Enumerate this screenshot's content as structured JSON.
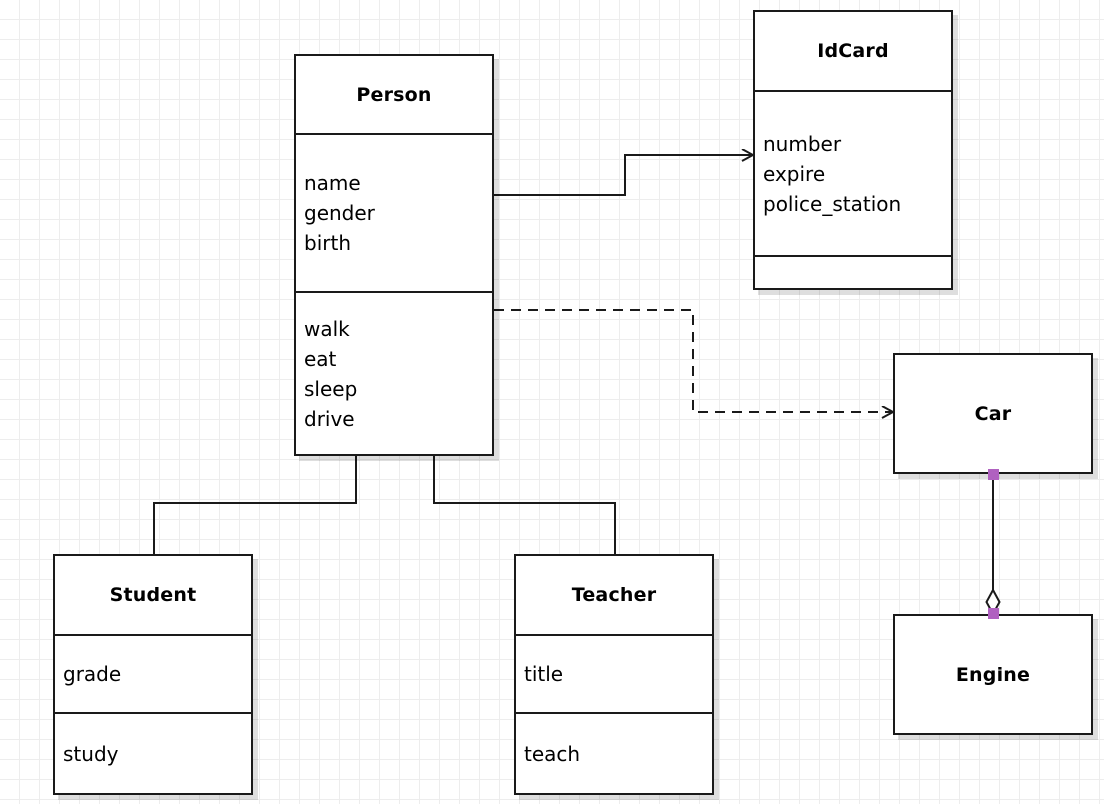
{
  "diagram": {
    "kind": "uml-class-diagram",
    "background": "#ffffff",
    "grid_color": "#ededed",
    "line_color": "#1a1a1a",
    "handle_color": "#b061c0"
  },
  "classes": {
    "person": {
      "name": "Person",
      "attributes": [
        "name",
        "gender",
        "birth"
      ],
      "operations": [
        "walk",
        "eat",
        "sleep",
        "drive"
      ]
    },
    "idcard": {
      "name": "IdCard",
      "attributes": [
        "number",
        "expire",
        "police_station"
      ],
      "operations": []
    },
    "car": {
      "name": "Car",
      "attributes": [],
      "operations": []
    },
    "engine": {
      "name": "Engine",
      "attributes": [],
      "operations": []
    },
    "student": {
      "name": "Student",
      "attributes": [
        "grade"
      ],
      "operations": [
        "study"
      ]
    },
    "teacher": {
      "name": "Teacher",
      "attributes": [
        "title"
      ],
      "operations": [
        "teach"
      ]
    }
  },
  "relationships": [
    {
      "id": "person-idcard",
      "type": "association",
      "from": "Person",
      "to": "IdCard",
      "style": "solid",
      "arrow": "open"
    },
    {
      "id": "person-car",
      "type": "dependency",
      "from": "Person",
      "to": "Car",
      "style": "dashed",
      "arrow": "open"
    },
    {
      "id": "student-person",
      "type": "generalization",
      "from": "Student",
      "to": "Person",
      "style": "solid",
      "arrow": "hollow-triangle"
    },
    {
      "id": "teacher-person",
      "type": "generalization",
      "from": "Teacher",
      "to": "Person",
      "style": "solid",
      "arrow": "hollow-triangle"
    },
    {
      "id": "car-engine",
      "type": "aggregation",
      "from": "Car",
      "to": "Engine",
      "style": "solid",
      "arrow": "hollow-diamond"
    }
  ]
}
